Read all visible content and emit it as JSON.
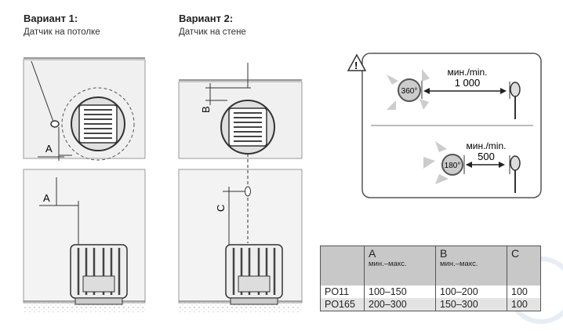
{
  "variant1": {
    "title": "Вариант 1:",
    "subtitle": "Датчик на потолке",
    "dim_a_top": "A",
    "dim_a_bottom": "A"
  },
  "variant2": {
    "title": "Вариант 2:",
    "subtitle": "Датчик на стене",
    "dim_b": "B",
    "dim_c": "C"
  },
  "warning": {
    "top": {
      "angle": "360°",
      "label": "мин./min.",
      "value": "1 000"
    },
    "bottom": {
      "angle": "180°",
      "label": "мин./min.",
      "value": "500"
    }
  },
  "table": {
    "headers": [
      {
        "name": "",
        "sub": ""
      },
      {
        "name": "A",
        "sub": "мин.–макс."
      },
      {
        "name": "B",
        "sub": "мин.–макс."
      },
      {
        "name": "C",
        "sub": ""
      }
    ],
    "rows": [
      [
        "PO11",
        "100–150",
        "100–200",
        "100"
      ],
      [
        "PO165",
        "200–300",
        "150–300",
        "100"
      ]
    ]
  }
}
